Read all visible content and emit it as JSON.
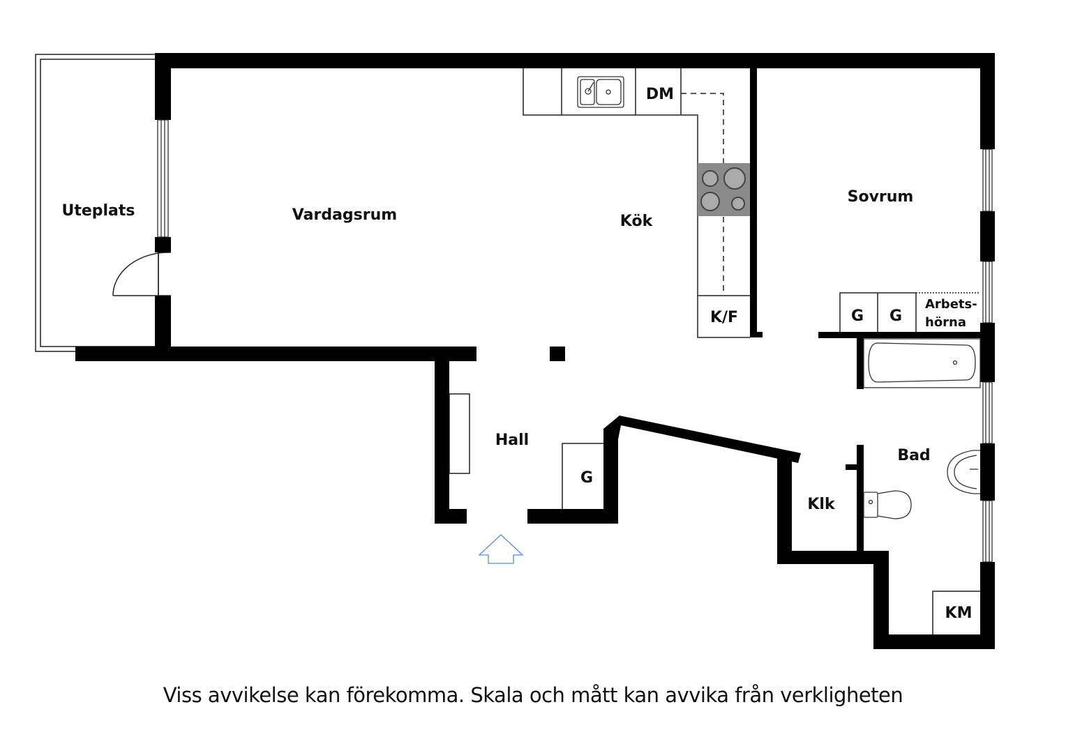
{
  "rooms": {
    "uteplats": "Uteplats",
    "vardagsrum": "Vardagsrum",
    "kok": "Kök",
    "sovrum": "Sovrum",
    "hall": "Hall",
    "bad": "Bad",
    "klk": "Klk"
  },
  "fixtures": {
    "dm": "DM",
    "kf": "K/F",
    "g_bedroom_1": "G",
    "g_bedroom_2": "G",
    "arbetshorna_line1": "Arbets-",
    "arbetshorna_line2": "hörna",
    "g_hall": "G",
    "km": "KM"
  },
  "disclaimer": "Viss avvikelse kan förekomma. Skala och mått kan avvika från verkligheten",
  "colors": {
    "wall": "#000000",
    "stove": "#8a8a8a",
    "entry_arrow": "#5b8fc9"
  }
}
